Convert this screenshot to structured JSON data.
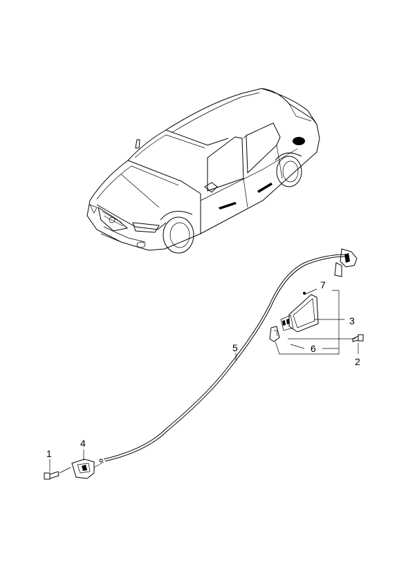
{
  "diagram": {
    "parts": [
      {
        "number": "1"
      },
      {
        "number": "2"
      },
      {
        "number": "3"
      },
      {
        "number": "4"
      },
      {
        "number": "5"
      },
      {
        "number": "6"
      },
      {
        "number": "7"
      }
    ],
    "icons": [
      "sedan-car-illustration",
      "fuel-filler-door",
      "release-cable",
      "release-lever",
      "screw"
    ]
  }
}
